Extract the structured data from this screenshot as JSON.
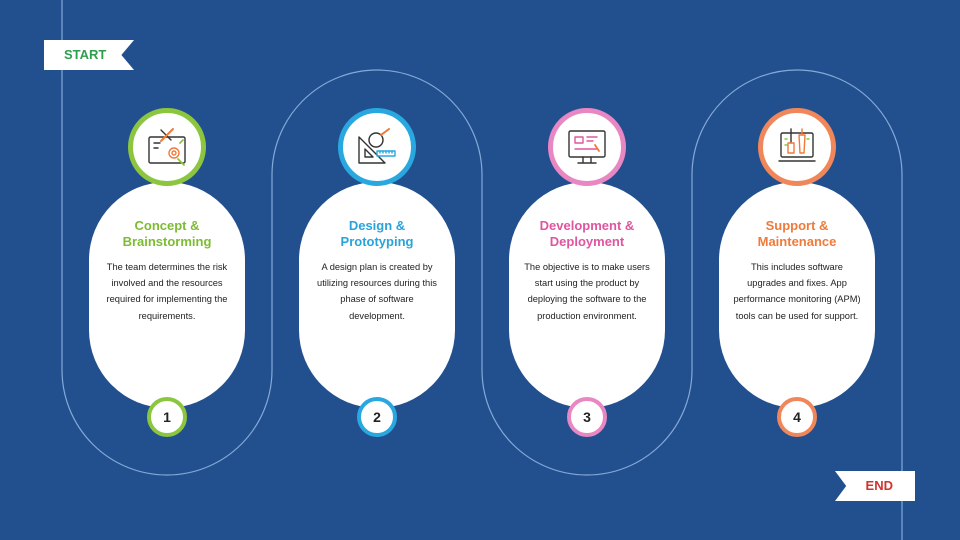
{
  "flags": {
    "start": "START",
    "end": "END"
  },
  "colors": {
    "background": "#22508f",
    "green": "#8cc63f",
    "blue": "#29a8e0",
    "pink": "#e887c2",
    "orange": "#f0875a"
  },
  "steps": [
    {
      "number": "1",
      "title": "Concept &\nBrainstorming",
      "description": "The team determines the risk involved and the resources required for implementing the requirements.",
      "icon": "tools-gear-icon",
      "color": "#8cc63f",
      "title_color": "#7cbc32"
    },
    {
      "number": "2",
      "title": "Design &\nPrototyping",
      "description": "A design plan is created by utilizing resources during this phase of software development.",
      "icon": "drafting-triangle-icon",
      "color": "#29a8e0",
      "title_color": "#2aa3db"
    },
    {
      "number": "3",
      "title": "Development &\nDeployment",
      "description": "The objective is to make users start using the product by deploying the software to the production environment.",
      "icon": "monitor-blueprint-icon",
      "color": "#e887c2",
      "title_color": "#e0559f"
    },
    {
      "number": "4",
      "title": "Support &\nMaintenance",
      "description": "This includes software upgrades and fixes. App performance monitoring (APM) tools can be used for support.",
      "icon": "wrench-screwdriver-icon",
      "color": "#f0875a",
      "title_color": "#ef7a3a"
    }
  ]
}
